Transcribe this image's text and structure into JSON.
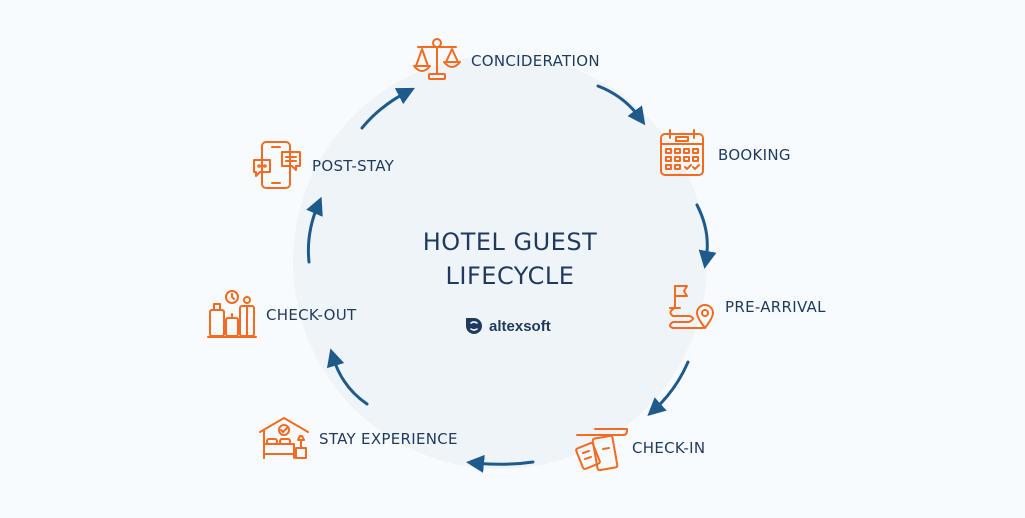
{
  "diagram": {
    "title_line1": "HOTEL GUEST",
    "title_line2": "LIFECYCLE",
    "brand": "altexsoft",
    "stages": [
      {
        "label": "CONCIDERATION",
        "icon": "scales-icon"
      },
      {
        "label": "BOOKING",
        "icon": "calendar-icon"
      },
      {
        "label": "PRE-ARRIVAL",
        "icon": "route-pin-icon"
      },
      {
        "label": "CHECK-IN",
        "icon": "key-card-icon"
      },
      {
        "label": "STAY EXPERIENCE",
        "icon": "hotel-bed-icon"
      },
      {
        "label": "CHECK-OUT",
        "icon": "luggage-icon"
      },
      {
        "label": "POST-STAY",
        "icon": "phone-chat-icon"
      }
    ]
  },
  "colors": {
    "background": "#f8fbfd",
    "circle": "#eef4f8",
    "text": "#1f3a5f",
    "icon": "#f26b21",
    "arrow": "#1e5a8c"
  }
}
